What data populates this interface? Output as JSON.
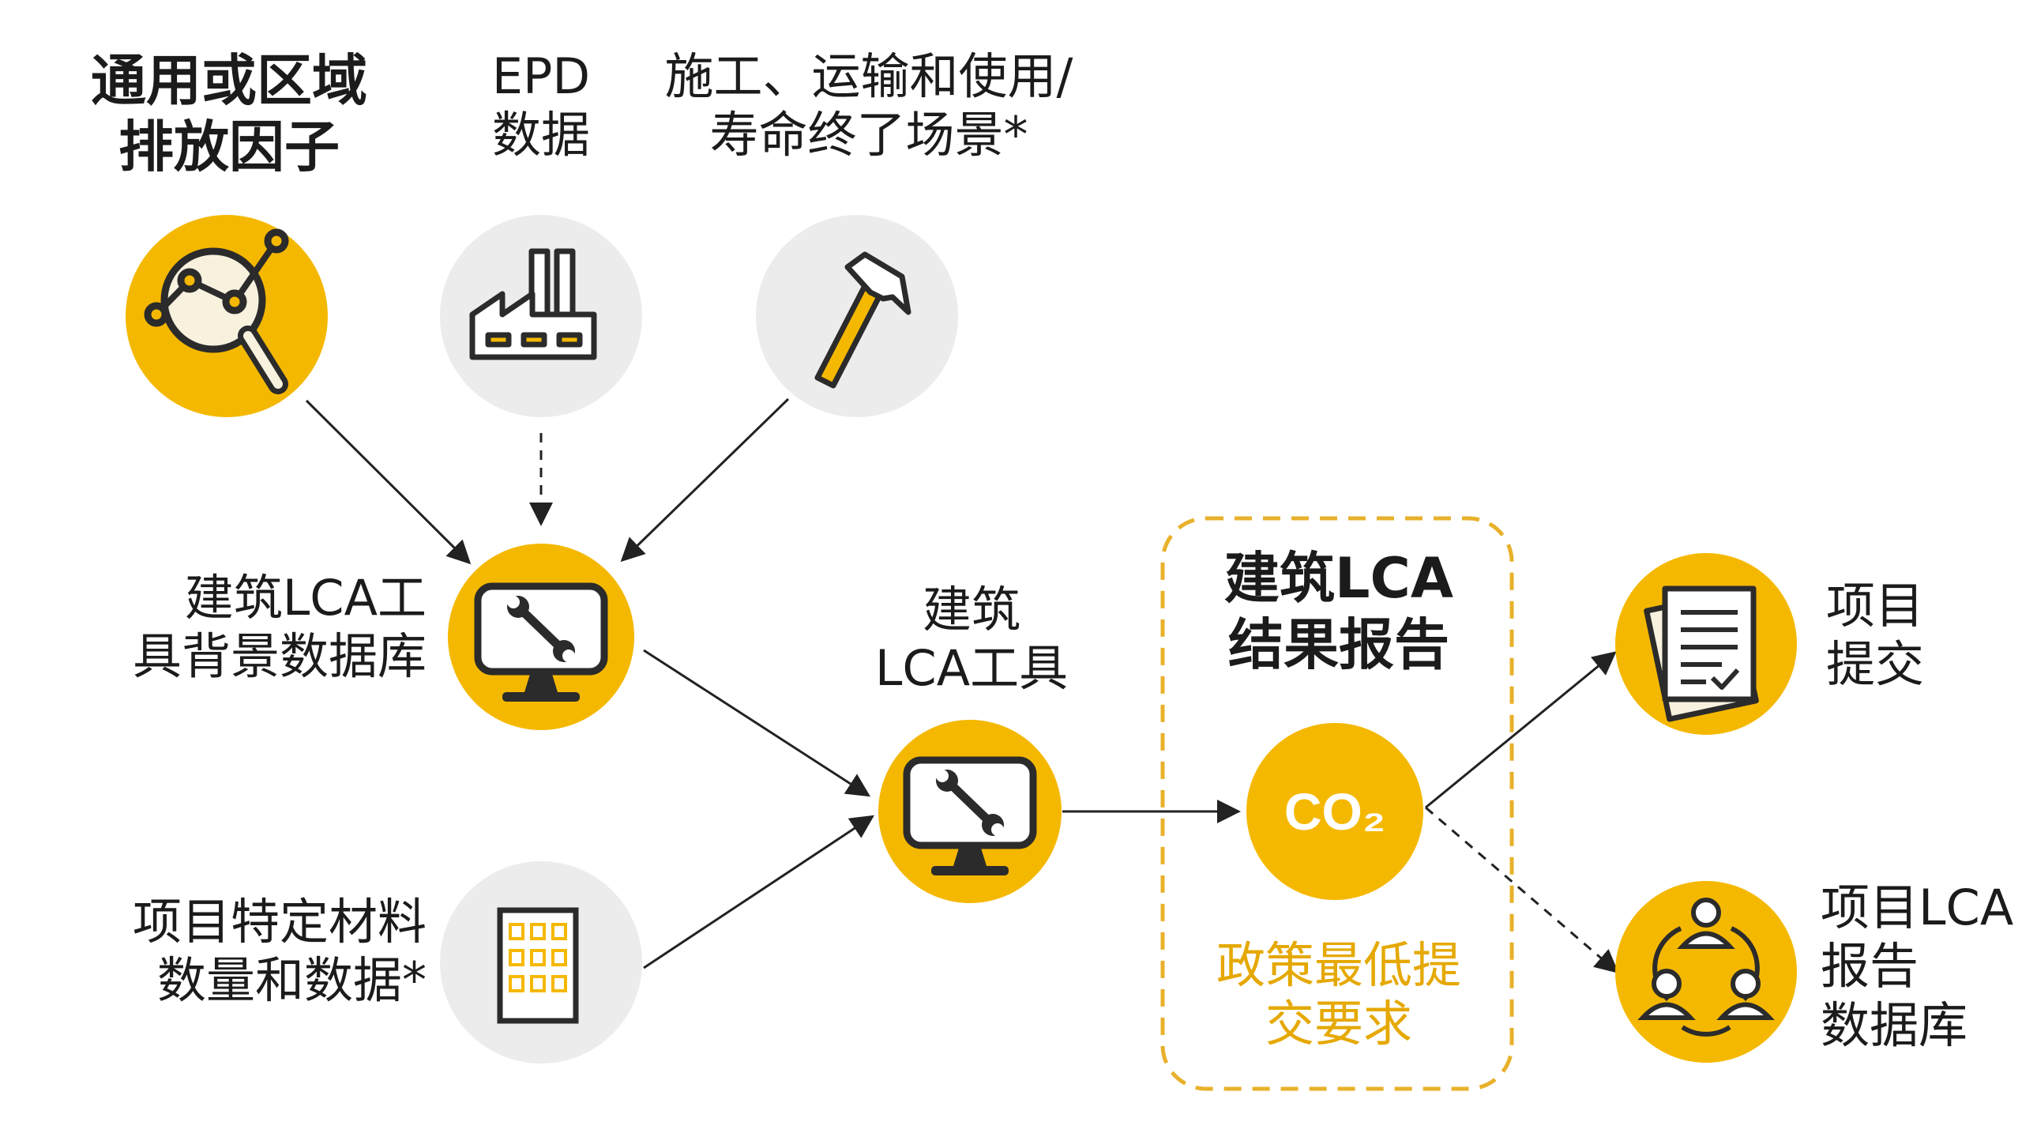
{
  "colors": {
    "accent_yellow": "#F5B800",
    "node_grey": "#ECECEC",
    "dash_orange": "#E5A800",
    "icon_dark": "#2B2B2B"
  },
  "nodes": {
    "emission_factors": {
      "icon": "magnifier-chart-icon",
      "lines": [
        "通用或区域",
        "排放因子"
      ]
    },
    "epd": {
      "icon": "factory-icon",
      "lines": [
        "EPD",
        "数据"
      ]
    },
    "scenarios": {
      "icon": "hammer-icon",
      "lines": [
        "施工、运输和使用/",
        "寿命终了场景*"
      ]
    },
    "background_db": {
      "icon": "monitor-wrench-icon",
      "lines": [
        "建筑LCA工",
        "具背景数据库"
      ]
    },
    "material_data": {
      "icon": "building-grid-icon",
      "lines": [
        "项目特定材料",
        "数量和数据*"
      ]
    },
    "lca_tool": {
      "icon": "monitor-wrench-icon",
      "lines": [
        "建筑",
        "LCA工具"
      ]
    },
    "result_report": {
      "icon": "co2-icon",
      "lines": [
        "建筑LCA",
        "结果报告"
      ],
      "co2_text": "CO₂",
      "policy_lines": [
        "政策最低提",
        "交要求"
      ]
    },
    "project_submission": {
      "icon": "document-icon",
      "lines": [
        "项目",
        "提交"
      ]
    },
    "report_db": {
      "icon": "people-network-icon",
      "lines": [
        "项目LCA",
        "报告",
        "数据库"
      ]
    }
  }
}
